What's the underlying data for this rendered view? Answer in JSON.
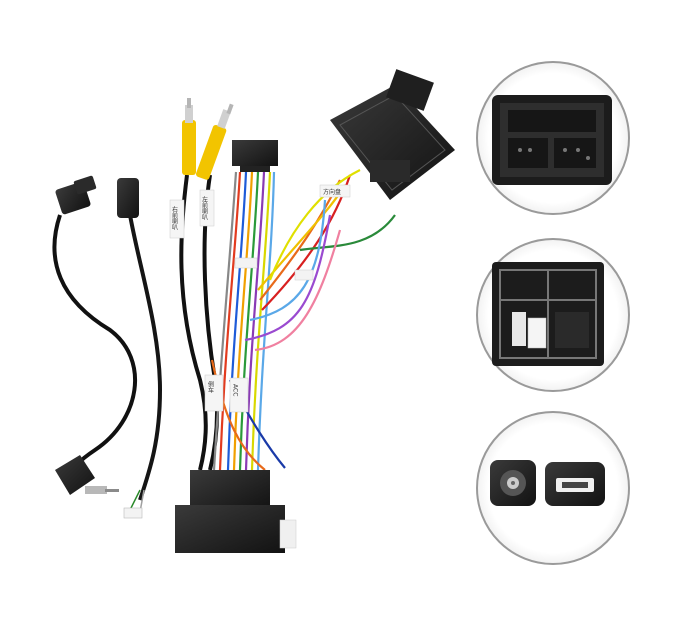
{
  "product": {
    "main_image": "car-stereo-wiring-harness",
    "cable_tags": [
      {
        "name": "rca-left",
        "text": "右前喇叭"
      },
      {
        "name": "rca-right",
        "text": "左前喇叭"
      },
      {
        "name": "mid-tag",
        "text": "方向盘"
      },
      {
        "name": "lower-left-tag",
        "text": "倒车"
      },
      {
        "name": "lower-right-tag",
        "text": "ACC"
      }
    ]
  },
  "insets": [
    {
      "name": "inset-connector-front",
      "subject": "quadlock-connector-front"
    },
    {
      "name": "inset-connector-side",
      "subject": "quadlock-connector-side"
    },
    {
      "name": "inset-antenna-usb",
      "subject": "antenna-and-mini-usb-connectors"
    }
  ],
  "colors": {
    "background": "#ffffff",
    "connector": "#1a1a1a",
    "rca": "#f2c400",
    "circle_border": "#9a9a9a"
  }
}
